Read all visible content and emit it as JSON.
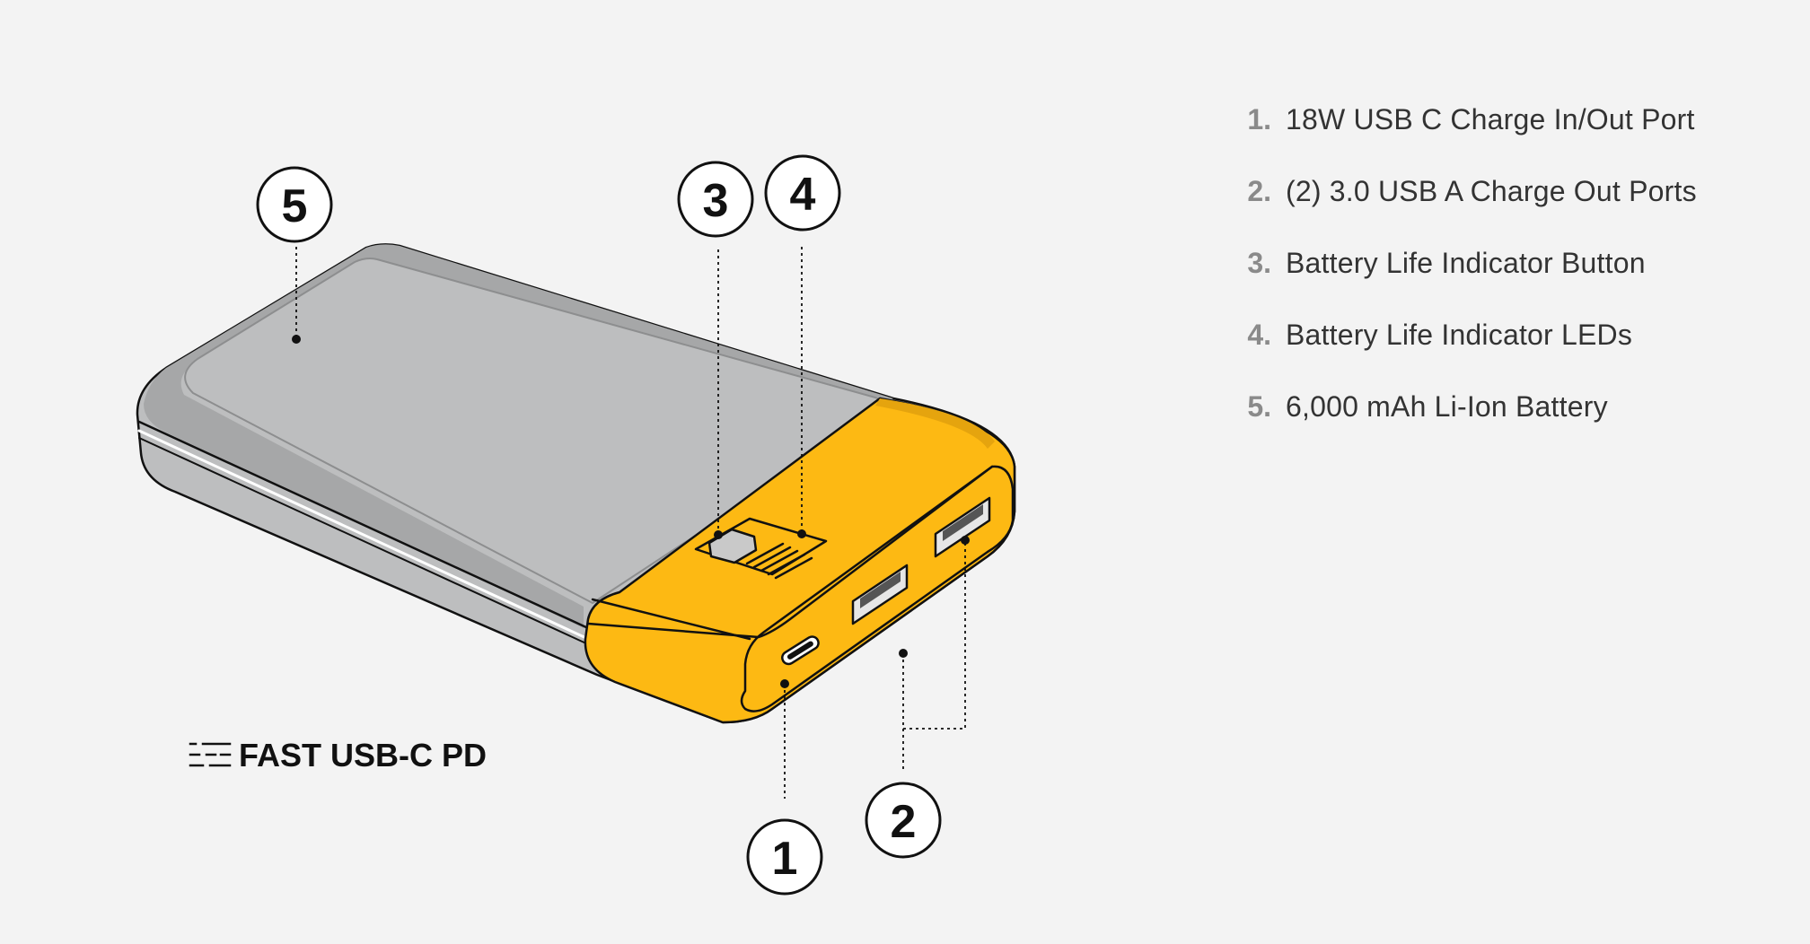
{
  "legend": {
    "items": [
      {
        "num": "1.",
        "text": "18W USB C Charge In/Out Port"
      },
      {
        "num": "2.",
        "text": "(2) 3.0 USB A Charge Out Ports"
      },
      {
        "num": "3.",
        "text": "Battery Life Indicator Button"
      },
      {
        "num": "4.",
        "text": "Battery Life Indicator LEDs"
      },
      {
        "num": "5.",
        "text": "6,000 mAh Li-Ion Battery"
      }
    ]
  },
  "badge": {
    "label": "FAST USB-C PD",
    "icon": "speed-lines-icon"
  },
  "callouts": [
    "1",
    "2",
    "3",
    "4",
    "5"
  ],
  "colors": {
    "background": "#f3f3f3",
    "body": "#bdbebf",
    "body_dark": "#a6a7a8",
    "accent": "#fdb913",
    "outline": "#111111",
    "legend_number": "#8a8a8a",
    "legend_text": "#333333"
  }
}
